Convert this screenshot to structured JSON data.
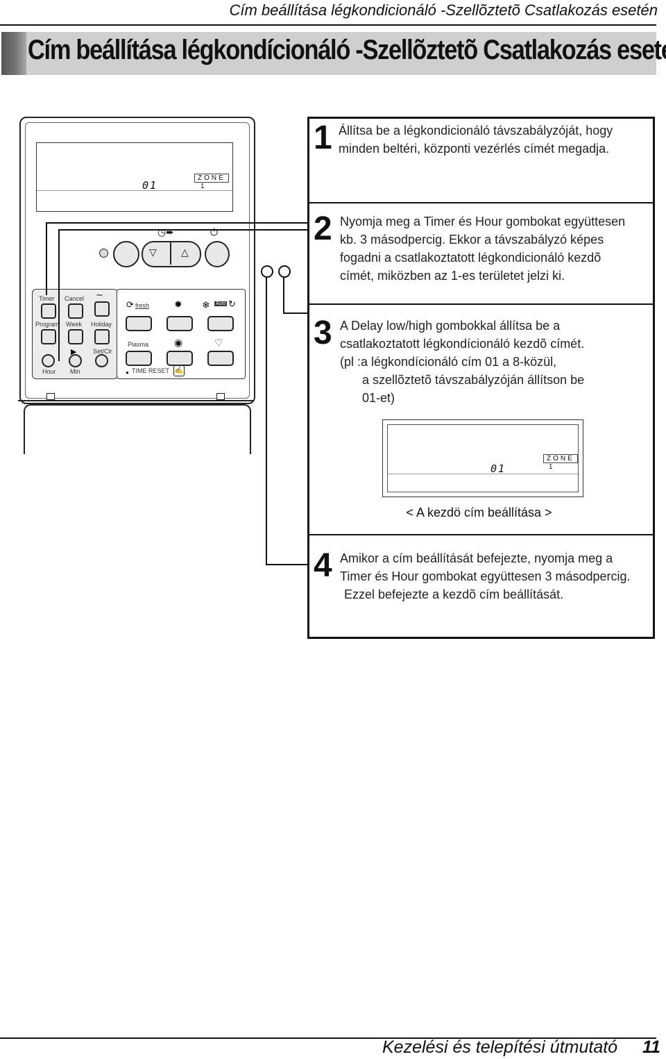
{
  "header": {
    "running_head": "Cím beállítása légkondicionáló -Szellõztetõ Csatlakozás esetén",
    "title": "Cím beállítása légkondícionáló -Szellõztetõ Csatlakozás esetén"
  },
  "remote": {
    "lcd": {
      "zone_label": "ZONE",
      "zone_value": "1",
      "address": "01"
    },
    "labels": {
      "timer": "Timer",
      "cancel": "Cancel",
      "program": "Program",
      "week": "Week",
      "holiday": "Holiday",
      "set_clr": "Set/Clr",
      "hour": "Hour",
      "min": "Min",
      "fresh": "fresh",
      "plasma": "Plasma",
      "time_reset": "TIME RESET",
      "auto": "Auto"
    },
    "icons": {
      "top_row": [
        "dot-indicator",
        "round-button",
        "down-triangle-button",
        "up-triangle-button",
        "power-button"
      ],
      "symbols": [
        "clock-arrow-icon",
        "power-icon",
        "fan-icon",
        "snowflake-icon",
        "swing-icon",
        "heater-icon",
        "drop-icon"
      ]
    }
  },
  "steps": [
    {
      "number": "1",
      "lines": [
        "Állítsa be a légkondicionáló távszabályzóját, hogy",
        "minden beltéri, központi vezérlés címét megadja."
      ]
    },
    {
      "number": "2",
      "lines": [
        "Nyomja meg a Timer és Hour gombokat együttesen",
        "kb. 3 másodpercig. Ekkor a távszabályzó képes",
        "fogadni a csatlakoztatott légkondicionáló kezdõ",
        "címét, miközben az 1-es területet jelzi ki."
      ]
    },
    {
      "number": "3",
      "lines": [
        "A Delay low/high gombokkal állítsa be a",
        "csatlakoztatott légkondícionáló kezdõ  címét.",
        "(pl :a légkondícionáló cím 01 a 8-közül,",
        "a szellõztetõ távszabályzóján állítson be",
        "01-et)"
      ]
    },
    {
      "number": "4",
      "lines": [
        "Amikor a cím beállítását befejezte, nyomja meg a",
        "Timer és Hour gombokat együttesen 3 másodpercig.",
        "Ezzel befejezte a kezdõ cím beállítását."
      ]
    }
  ],
  "display2": {
    "zone_label": "ZONE",
    "zone_value": "1",
    "address": "01"
  },
  "address_caption": "< A kezdö cím beállítása >",
  "footer": {
    "text": "Kezelési és telepítési útmutató",
    "page": "11"
  }
}
